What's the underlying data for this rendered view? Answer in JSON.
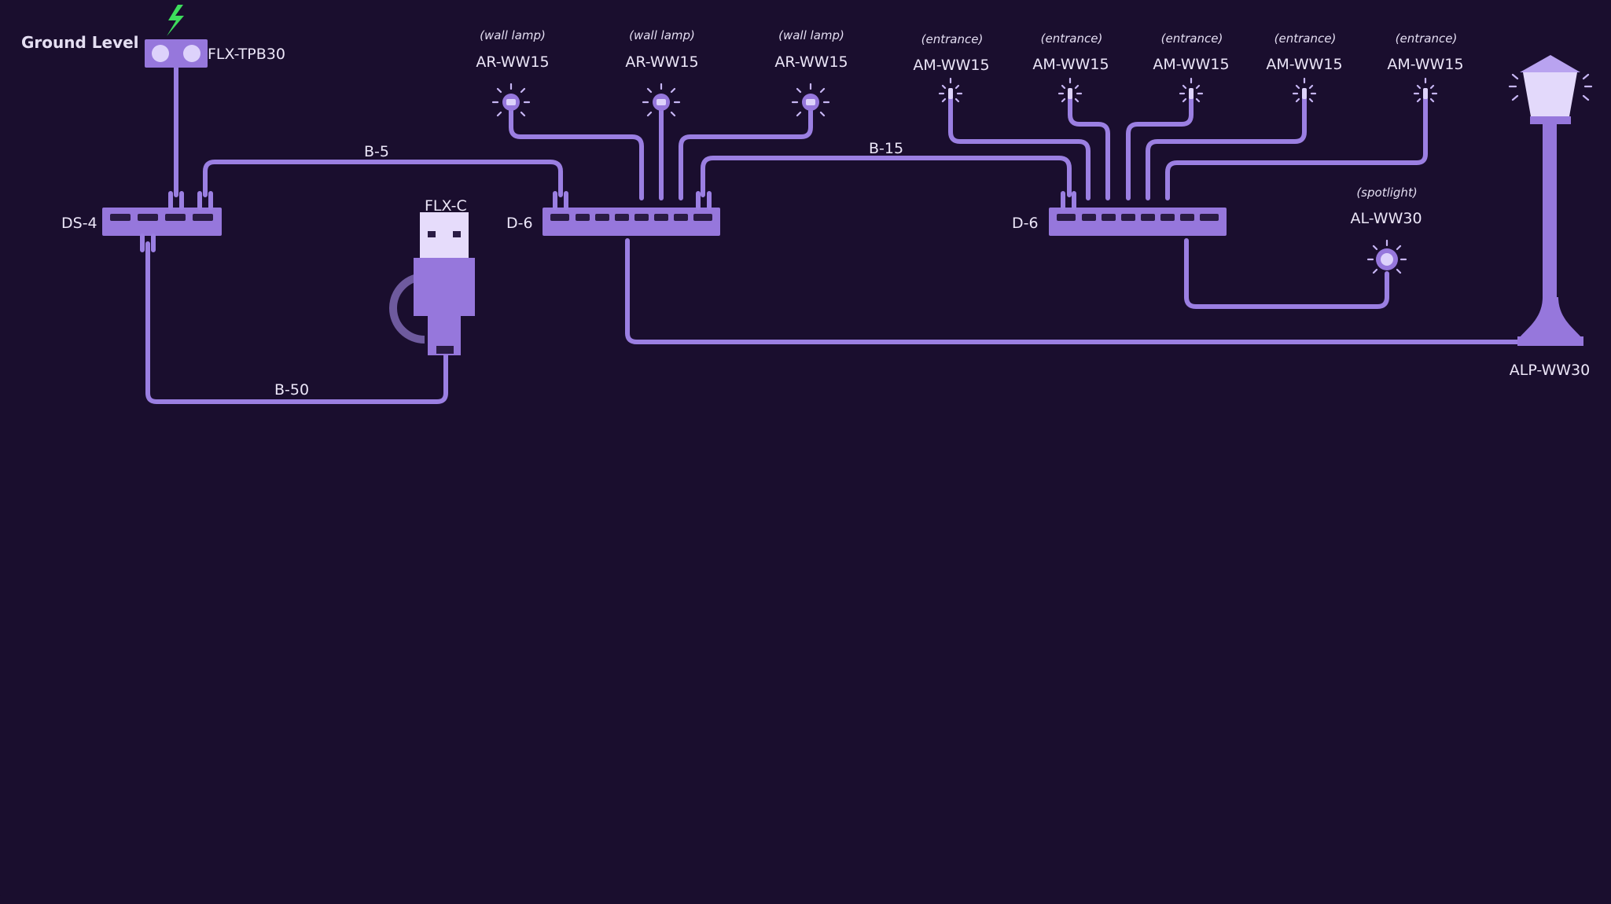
{
  "floor": {
    "title": "Ground Level"
  },
  "power_supply": {
    "model": "FLX-TPB30",
    "icon": "lightning-bolt-icon",
    "accent": "#3ddc5c"
  },
  "splitter": {
    "model": "DS-4"
  },
  "controller": {
    "model": "FLX-C"
  },
  "distributors": [
    {
      "model": "D-6"
    },
    {
      "model": "D-6"
    }
  ],
  "cables": {
    "b5": "B-5",
    "b15": "B-15",
    "b50": "B-50"
  },
  "wall_lamps": [
    {
      "role": "(wall lamp)",
      "model": "AR-WW15"
    },
    {
      "role": "(wall lamp)",
      "model": "AR-WW15"
    },
    {
      "role": "(wall lamp)",
      "model": "AR-WW15"
    }
  ],
  "entrance_lights": [
    {
      "role": "(entrance)",
      "model": "AM-WW15"
    },
    {
      "role": "(entrance)",
      "model": "AM-WW15"
    },
    {
      "role": "(entrance)",
      "model": "AM-WW15"
    },
    {
      "role": "(entrance)",
      "model": "AM-WW15"
    },
    {
      "role": "(entrance)",
      "model": "AM-WW15"
    }
  ],
  "spotlight": {
    "role": "(spotlight)",
    "model": "AL-WW30"
  },
  "post_lamp": {
    "model": "ALP-WW30"
  },
  "colors": {
    "background": "#1a0e2e",
    "wire": "#9b7fe2",
    "device": "#9677dc",
    "text": "#ece6f8"
  }
}
